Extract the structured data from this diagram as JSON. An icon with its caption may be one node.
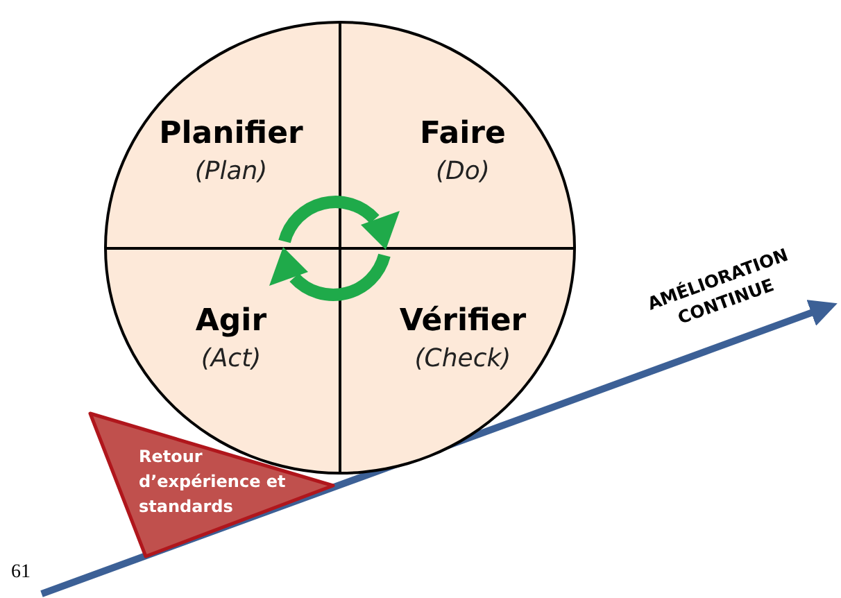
{
  "diagram": {
    "nodes": [
      {
        "text": [],
        "shape": "circle"
      },
      {
        "text": [
          "Planifier",
          "(Plan)"
        ],
        "in": 0
      },
      {
        "text": [
          "Faire",
          "(Do)"
        ],
        "in": 0
      },
      {
        "text": [
          "Agir",
          "(Act)"
        ],
        "in": 0
      },
      {
        "text": [
          "Vérifier",
          "(Check)"
        ],
        "in": 0
      },
      {
        "text": [
          "Retour d’expérience et standards"
        ]
      }
    ],
    "labels": [
      "AMÉLIORATION CONTINUE",
      "61"
    ]
  }
}
